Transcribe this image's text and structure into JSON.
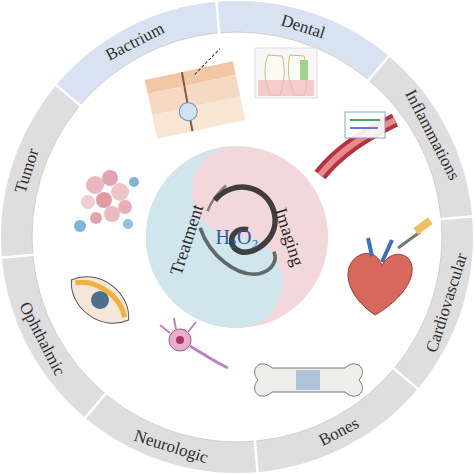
{
  "diagram": {
    "nodes": [
      {
        "text": [
          "Tumor"
        ]
      },
      {
        "text": [
          "Bactrium"
        ]
      },
      {
        "text": [
          "Dental"
        ]
      },
      {
        "text": [
          "Inflammations"
        ]
      },
      {
        "text": [
          "Cardiovascular"
        ]
      },
      {
        "text": [
          "Bones"
        ]
      },
      {
        "text": [
          "Neurologic"
        ]
      },
      {
        "text": [
          "Ophthalmic"
        ]
      },
      {
        "text": [
          "Treatment",
          "H₂O₂",
          "Imaging"
        ]
      }
    ]
  }
}
